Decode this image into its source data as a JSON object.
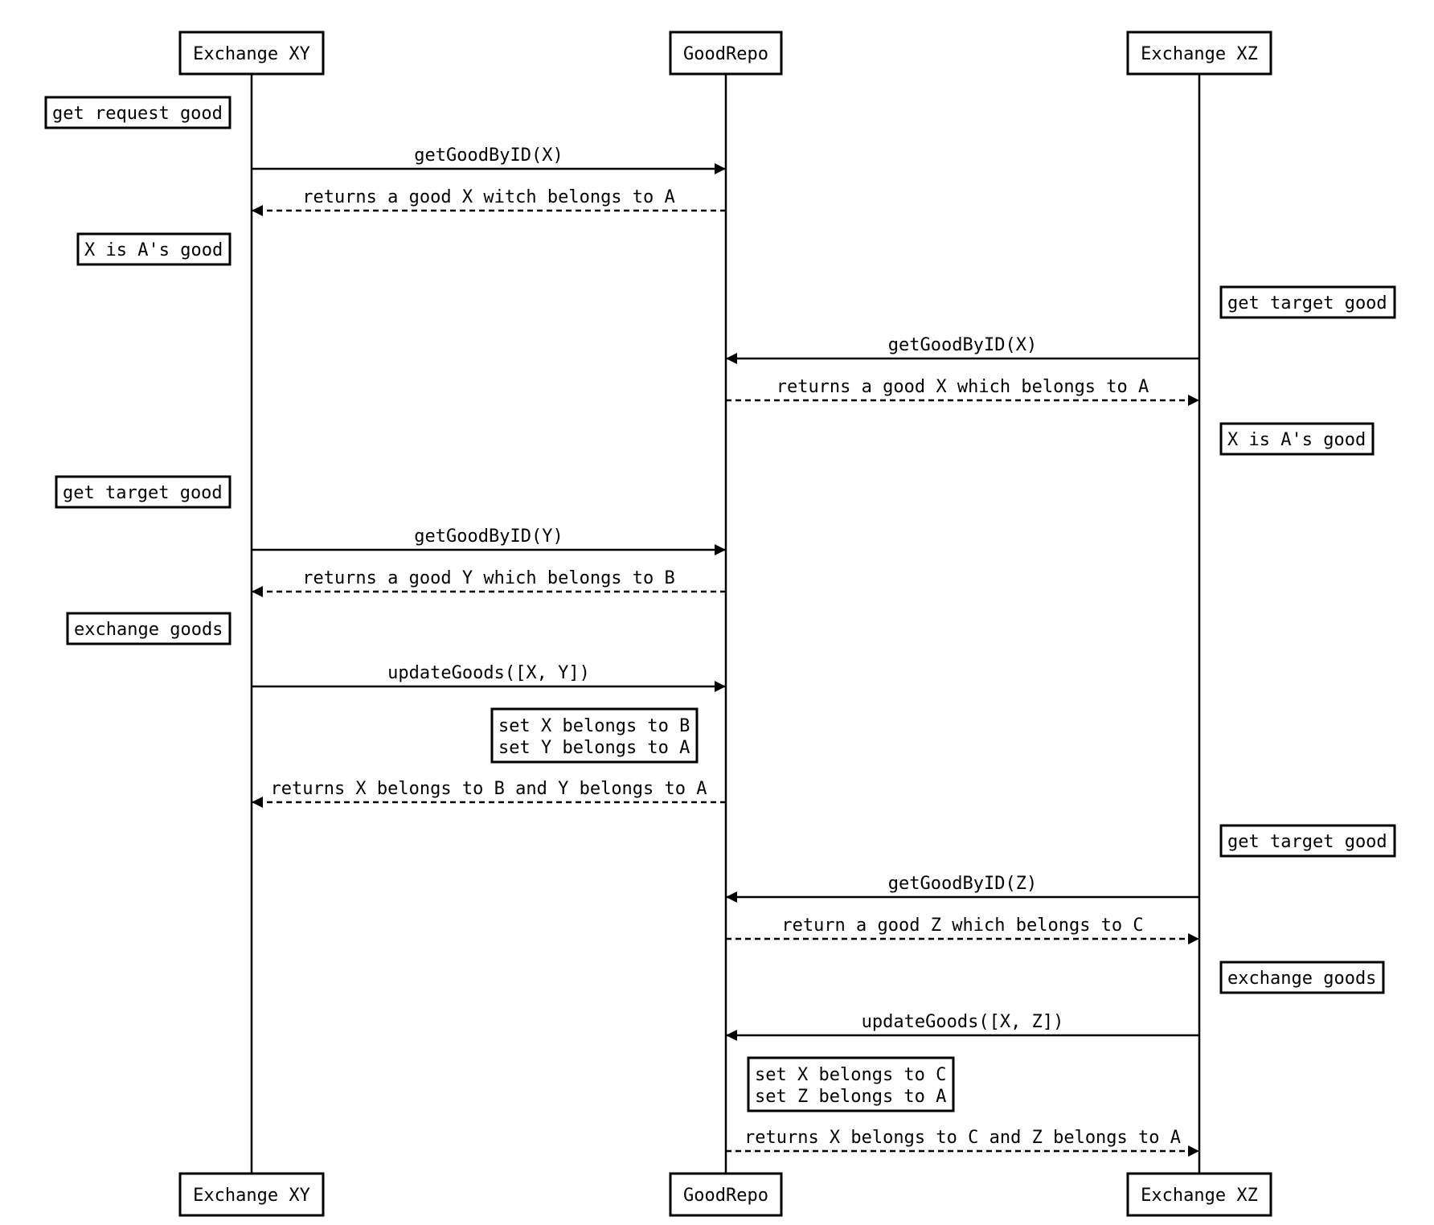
{
  "participants": [
    {
      "name": "Exchange XY"
    },
    {
      "name": "GoodRepo"
    },
    {
      "name": "Exchange XZ"
    }
  ],
  "steps": [
    {
      "kind": "note",
      "owner": 0,
      "side": "left",
      "lines": [
        "get request good"
      ]
    },
    {
      "kind": "message",
      "from": 0,
      "to": 1,
      "label": "getGoodByID(X)",
      "style": "solid"
    },
    {
      "kind": "message",
      "from": 1,
      "to": 0,
      "label": "returns a good X witch belongs to A",
      "style": "dashed"
    },
    {
      "kind": "note",
      "owner": 0,
      "side": "left",
      "lines": [
        "X is A's good"
      ]
    },
    {
      "kind": "note",
      "owner": 2,
      "side": "right",
      "lines": [
        "get target good"
      ]
    },
    {
      "kind": "message",
      "from": 2,
      "to": 1,
      "label": "getGoodByID(X)",
      "style": "solid"
    },
    {
      "kind": "message",
      "from": 1,
      "to": 2,
      "label": "returns a good X which belongs to A",
      "style": "dashed"
    },
    {
      "kind": "note",
      "owner": 2,
      "side": "right",
      "lines": [
        "X is A's good"
      ]
    },
    {
      "kind": "note",
      "owner": 0,
      "side": "left",
      "lines": [
        "get target good"
      ]
    },
    {
      "kind": "message",
      "from": 0,
      "to": 1,
      "label": "getGoodByID(Y)",
      "style": "solid"
    },
    {
      "kind": "message",
      "from": 1,
      "to": 0,
      "label": "returns a good Y which belongs to B",
      "style": "dashed"
    },
    {
      "kind": "note",
      "owner": 0,
      "side": "left",
      "lines": [
        "exchange goods"
      ]
    },
    {
      "kind": "message",
      "from": 0,
      "to": 1,
      "label": "updateGoods([X, Y])",
      "style": "solid"
    },
    {
      "kind": "note",
      "owner": 1,
      "side": "left",
      "lines": [
        "set X belongs to B",
        "set Y belongs to A"
      ]
    },
    {
      "kind": "message",
      "from": 1,
      "to": 0,
      "label": "returns X belongs to B and Y belongs to A",
      "style": "dashed"
    },
    {
      "kind": "note",
      "owner": 2,
      "side": "right",
      "lines": [
        "get target good"
      ]
    },
    {
      "kind": "message",
      "from": 2,
      "to": 1,
      "label": "getGoodByID(Z)",
      "style": "solid"
    },
    {
      "kind": "message",
      "from": 1,
      "to": 2,
      "label": "return a good Z which belongs to C",
      "style": "dashed"
    },
    {
      "kind": "note",
      "owner": 2,
      "side": "right",
      "lines": [
        "exchange goods"
      ]
    },
    {
      "kind": "message",
      "from": 2,
      "to": 1,
      "label": "updateGoods([X, Z])",
      "style": "solid"
    },
    {
      "kind": "note",
      "owner": 1,
      "side": "right",
      "lines": [
        "set X belongs to C",
        "set Z belongs to A"
      ]
    },
    {
      "kind": "message",
      "from": 1,
      "to": 2,
      "label": "returns X belongs to C and Z belongs to A",
      "style": "dashed"
    }
  ]
}
